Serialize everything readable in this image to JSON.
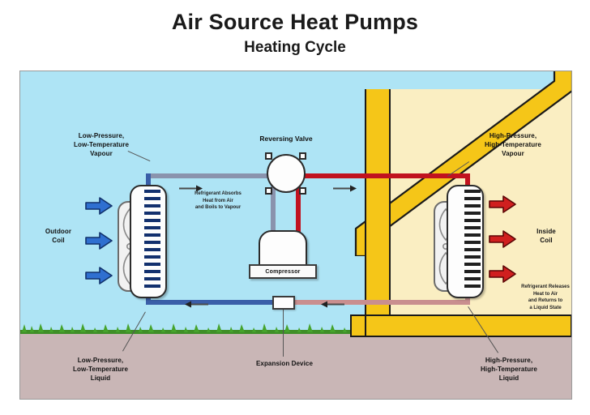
{
  "header": {
    "title": "Air Source Heat Pumps",
    "subtitle": "Heating Cycle"
  },
  "diagram": {
    "labels": {
      "low_pressure_vapour": "Low-Pressure,\nLow-Temperature\nVapour",
      "high_pressure_vapour": "High-Pressure,\nHigh-Temperature\nVapour",
      "low_pressure_liquid": "Low-Pressure,\nLow-Temperature\nLiquid",
      "high_pressure_liquid": "High-Pressure,\nHigh-Temperature\nLiquid",
      "outdoor_coil": "Outdoor\nCoil",
      "inside_coil": "Inside\nCoil",
      "reversing_valve": "Reversing Valve",
      "compressor": "Compressor",
      "expansion_device": "Expansion Device",
      "absorb_note": "Refrigerant Absorbs\nHeat from Air\nand Boils to Vapour",
      "release_note": "Refrigerant Releases\nHeat to Air\nand Returns to\na Liquid State"
    },
    "colors": {
      "sky": "#aee4f5",
      "ground": "#c9b6b6",
      "grass": "#3f8f27",
      "roof": "#f5c618",
      "wall_interior": "#faeec2",
      "hot_pipe": "#c1121f",
      "cold_pipe": "#3a5ea8",
      "vapour_pipe": "#8a93ad",
      "liquid_pipe": "#c98f8f",
      "cold_air_arrow": "#2f6fd0",
      "hot_air_arrow": "#d01f1f",
      "outline": "#1a1a1a"
    },
    "air_arrows": {
      "outdoor_direction": "right",
      "outdoor_count": 3,
      "inside_direction": "right",
      "inside_count": 3
    },
    "flow_arrows": {
      "top_direction": "right",
      "top_count": 2,
      "bottom_direction": "left",
      "bottom_count": 2
    }
  }
}
